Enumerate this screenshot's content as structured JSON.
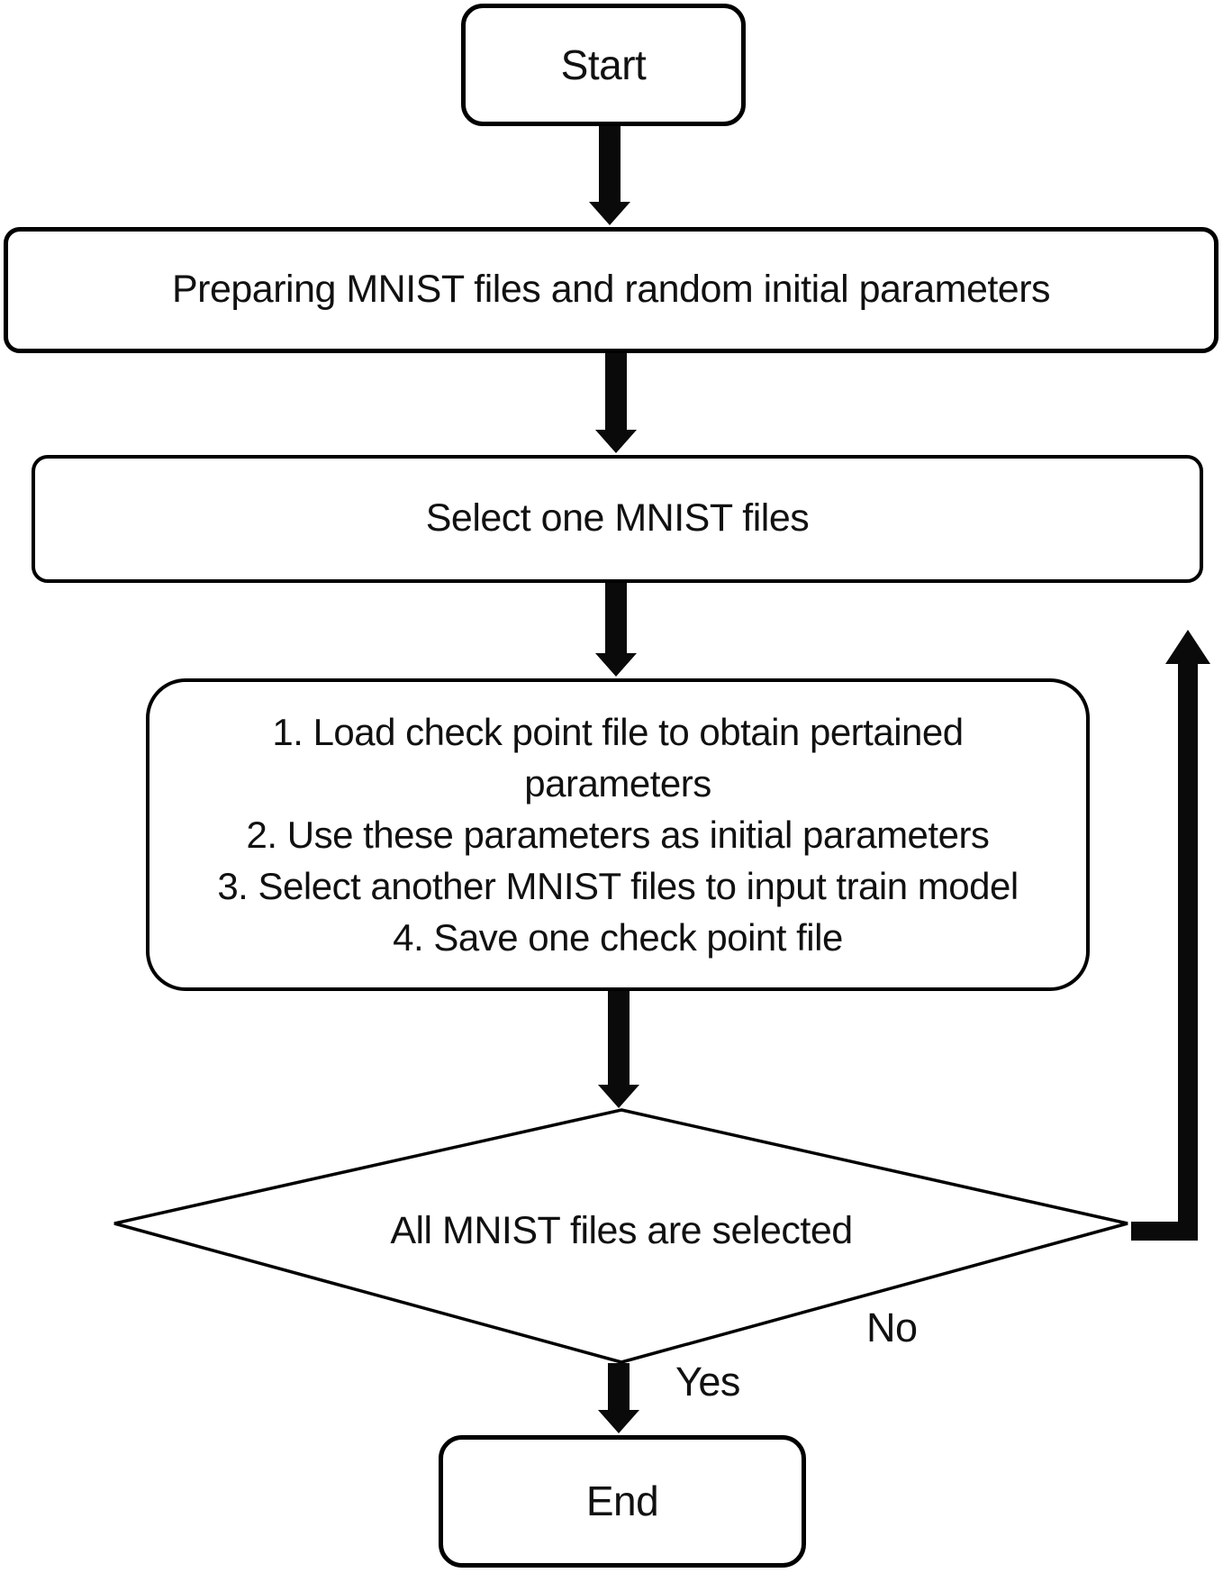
{
  "nodes": {
    "start": {
      "label": "Start",
      "shape": "rounded-rectangle"
    },
    "prepare": {
      "label": "Preparing MNIST files and random initial parameters",
      "shape": "rounded-rectangle"
    },
    "select": {
      "label": "Select one MNIST files",
      "shape": "rounded-rectangle"
    },
    "train": {
      "shape": "rounded-rectangle",
      "lines": [
        "1.  Load check point file to obtain pertained",
        "parameters",
        "2.  Use these parameters as initial parameters",
        "3. Select another MNIST files to input train model",
        "4. Save one check point file"
      ]
    },
    "decision": {
      "label": "All MNIST files are selected",
      "shape": "diamond"
    },
    "end": {
      "label": "End",
      "shape": "rounded-rectangle"
    }
  },
  "edge_labels": {
    "no": "No",
    "yes": "Yes"
  },
  "colors": {
    "stroke": "#000000",
    "arrow_fill": "#0a0a0a",
    "text": "#111111",
    "background": "#ffffff"
  }
}
